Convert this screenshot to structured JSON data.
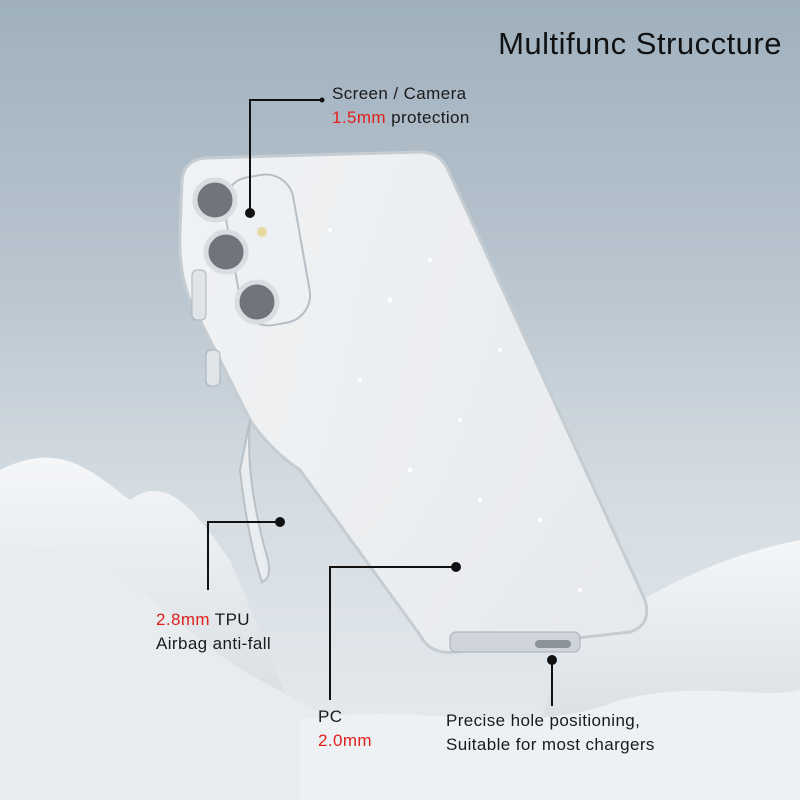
{
  "title": "Multifunc Struccture",
  "callouts": {
    "camera": {
      "line1": "Screen / Camera",
      "value": "1.5mm",
      "rest": " protection"
    },
    "tpu": {
      "value": "2.8mm",
      "rest": " TPU",
      "line2": "Airbag anti-fall"
    },
    "pc": {
      "line1": "PC",
      "value": "2.0mm"
    },
    "charger": {
      "line1": "Precise hole positioning,",
      "line2": "Suitable for most chargers"
    }
  },
  "colors": {
    "accent": "#e0201b",
    "text": "#1a1a1a"
  }
}
